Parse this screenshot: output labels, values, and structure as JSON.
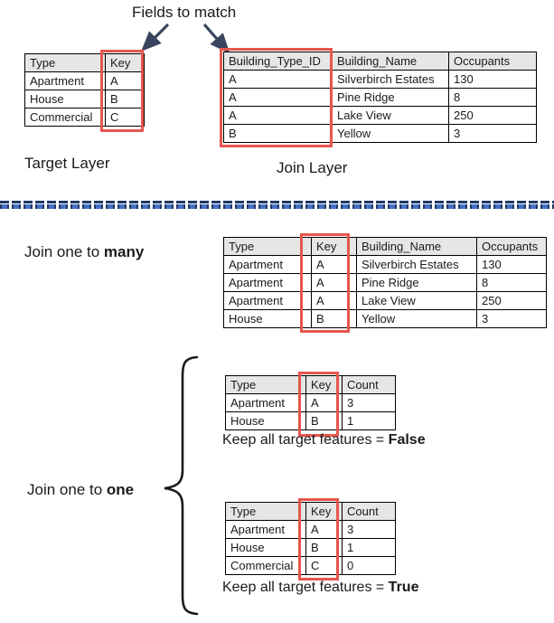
{
  "title": "Fields to match",
  "colors": {
    "highlight_red": "#E6564E",
    "arrow_navy": "#39455E",
    "divider_navy": "#203864",
    "divider_blue": "#4472C4",
    "table_header_bg": "#E7E6E6"
  },
  "target": {
    "label": "Target Layer",
    "table": {
      "headers": [
        "Type",
        "Key"
      ],
      "rows": [
        [
          "Apartment",
          "A"
        ],
        [
          "House",
          "B"
        ],
        [
          "Commercial",
          "C"
        ]
      ],
      "highlighted_column": "Key"
    }
  },
  "join": {
    "label": "Join Layer",
    "table": {
      "headers": [
        "Building_Type_ID",
        "Building_Name",
        "Occupants"
      ],
      "rows": [
        [
          "A",
          "Silverbirch Estates",
          "130"
        ],
        [
          "A",
          "Pine Ridge",
          "8"
        ],
        [
          "A",
          "Lake View",
          "250"
        ],
        [
          "B",
          "Yellow",
          "3"
        ]
      ],
      "highlighted_column": "Building_Type_ID"
    }
  },
  "one_to_many": {
    "label": {
      "prefix": "Join one to ",
      "bold": "many"
    },
    "table": {
      "headers": [
        "Type",
        "Key",
        "Building_Name",
        "Occupants"
      ],
      "rows": [
        [
          "Apartment",
          "A",
          "Silverbirch Estates",
          "130"
        ],
        [
          "Apartment",
          "A",
          "Pine Ridge",
          "8"
        ],
        [
          "Apartment",
          "A",
          "Lake View",
          "250"
        ],
        [
          "House",
          "B",
          "Yellow",
          "3"
        ]
      ],
      "highlighted_column": "Key"
    }
  },
  "one_to_one": {
    "label": {
      "prefix": "Join one to ",
      "bold": "one"
    },
    "keep_false": {
      "table": {
        "headers": [
          "Type",
          "Key",
          "Count"
        ],
        "rows": [
          [
            "Apartment",
            "A",
            "3"
          ],
          [
            "House",
            "B",
            "1"
          ]
        ],
        "highlighted_column": "Key"
      },
      "caption": {
        "prefix": "Keep all target features = ",
        "bold": "False"
      }
    },
    "keep_true": {
      "table": {
        "headers": [
          "Type",
          "Key",
          "Count"
        ],
        "rows": [
          [
            "Apartment",
            "A",
            "3"
          ],
          [
            "House",
            "B",
            "1"
          ],
          [
            "Commercial",
            "C",
            "0"
          ]
        ],
        "highlighted_column": "Key"
      },
      "caption": {
        "prefix": "Keep all target features = ",
        "bold": "True"
      }
    }
  }
}
